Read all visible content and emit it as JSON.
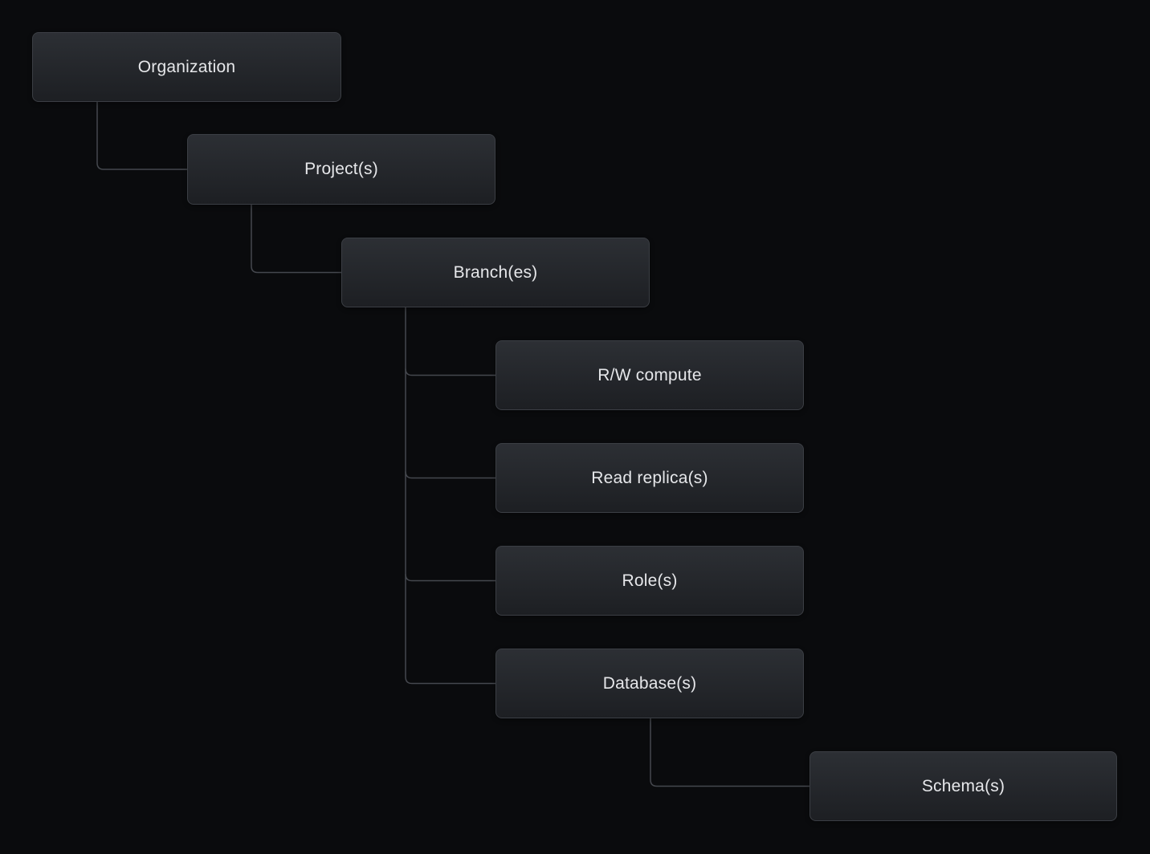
{
  "diagram": {
    "type": "hierarchy-tree",
    "nodes": {
      "organization": {
        "label": "Organization"
      },
      "projects": {
        "label": "Project(s)"
      },
      "branches": {
        "label": "Branch(es)"
      },
      "rw_compute": {
        "label": "R/W compute"
      },
      "read_replicas": {
        "label": "Read replica(s)"
      },
      "roles": {
        "label": "Role(s)"
      },
      "databases": {
        "label": "Database(s)"
      },
      "schemas": {
        "label": "Schema(s)"
      }
    },
    "edges": [
      {
        "from": "Organization",
        "to": "Project(s)"
      },
      {
        "from": "Project(s)",
        "to": "Branch(es)"
      },
      {
        "from": "Branch(es)",
        "to": "R/W compute"
      },
      {
        "from": "Branch(es)",
        "to": "Read replica(s)"
      },
      {
        "from": "Branch(es)",
        "to": "Role(s)"
      },
      {
        "from": "Branch(es)",
        "to": "Database(s)"
      },
      {
        "from": "Database(s)",
        "to": "Schema(s)"
      }
    ],
    "colors": {
      "background": "#0a0b0d",
      "node_fill_top": "#2c2f34",
      "node_fill_bottom": "#1d1f23",
      "node_border": "#3b3e44",
      "connector": "#45484e",
      "text": "#e6e7ea"
    }
  }
}
